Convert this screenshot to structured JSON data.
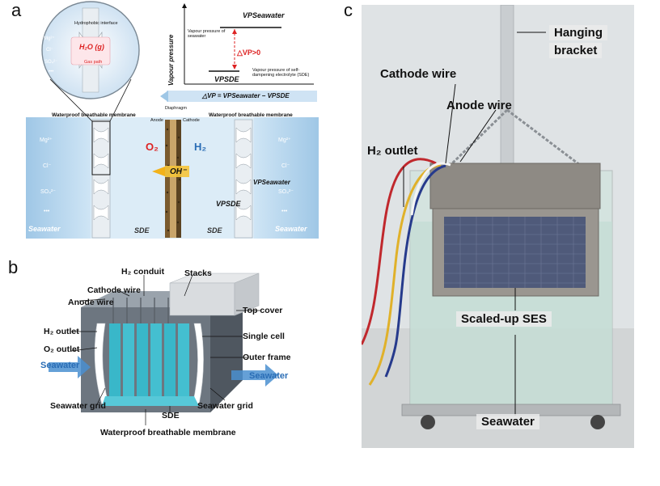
{
  "panels": {
    "a": "a",
    "b": "b",
    "c": "c"
  },
  "panel_a": {
    "inset": {
      "interface": "Hydrophobic interface",
      "vapour": "H₂O (g)",
      "gas_path": "Gas path",
      "ions": [
        "Mg²⁺",
        "Cl⁻",
        "SO₄²⁻",
        "•••"
      ]
    },
    "vp_graph": {
      "ylabel": "Vapour pressure",
      "vp_seawater": "VPSeawater",
      "vp_seawater_desc": "Vapour pressure of seawater",
      "vp_sde": "VPSDE",
      "vp_sde_desc": "Vapour pressure of self-dampening electrolyte (SDE)",
      "delta": "△VP>0",
      "equation": "△VP = VPSeawater − VPSDE"
    },
    "labels": {
      "membrane_left": "Waterproof breathable membrane",
      "membrane_right": "Waterproof breathable membrane",
      "diaphragm": "Diaphragm",
      "anode": "Anode",
      "cathode": "Cathode",
      "o2": "O₂",
      "h2": "H₂",
      "oh": "OH⁻",
      "vp_sde_left": "VPSDE",
      "vp_seawater_right": "VPSeawater",
      "seawater_left": "Seawater",
      "seawater_right": "Seawater",
      "sde_left": "SDE",
      "sde_right": "SDE",
      "ions_left": [
        "Mg²⁺",
        "Cl⁻",
        "SO₄²⁻",
        "•••"
      ],
      "ions_right": [
        "Mg²⁺",
        "Cl⁻",
        "SO₄²⁻",
        "•••"
      ]
    }
  },
  "panel_b": {
    "h2_conduit": "H₂ conduit",
    "stacks": "Stacks",
    "cathode_wire": "Cathode wire",
    "anode_wire": "Anode wire",
    "top_cover": "Top cover",
    "h2_outlet": "H₂ outlet",
    "single_cell": "Single cell",
    "o2_outlet": "O₂ outlet",
    "outer_frame": "Outer frame",
    "seawater_left": "Seawater",
    "seawater_right": "Seawater",
    "seawater_grid_left": "Seawater grid",
    "seawater_grid_right": "Seawater grid",
    "sde": "SDE",
    "membrane": "Waterproof breathable membrane"
  },
  "panel_c": {
    "hanging_bracket_1": "Hanging",
    "hanging_bracket_2": "bracket",
    "cathode_wire": "Cathode wire",
    "anode_wire": "Anode wire",
    "h2_outlet": "H₂ outlet",
    "scaled_up": "Scaled-up SES",
    "seawater": "Seawater"
  },
  "colors": {
    "seawater_blue": "#bcd9ef",
    "sde_blue": "#d6e9f6",
    "label_blue": "#2a6db5",
    "accent_red": "#d22",
    "cell_teal": "#39b7c9"
  }
}
